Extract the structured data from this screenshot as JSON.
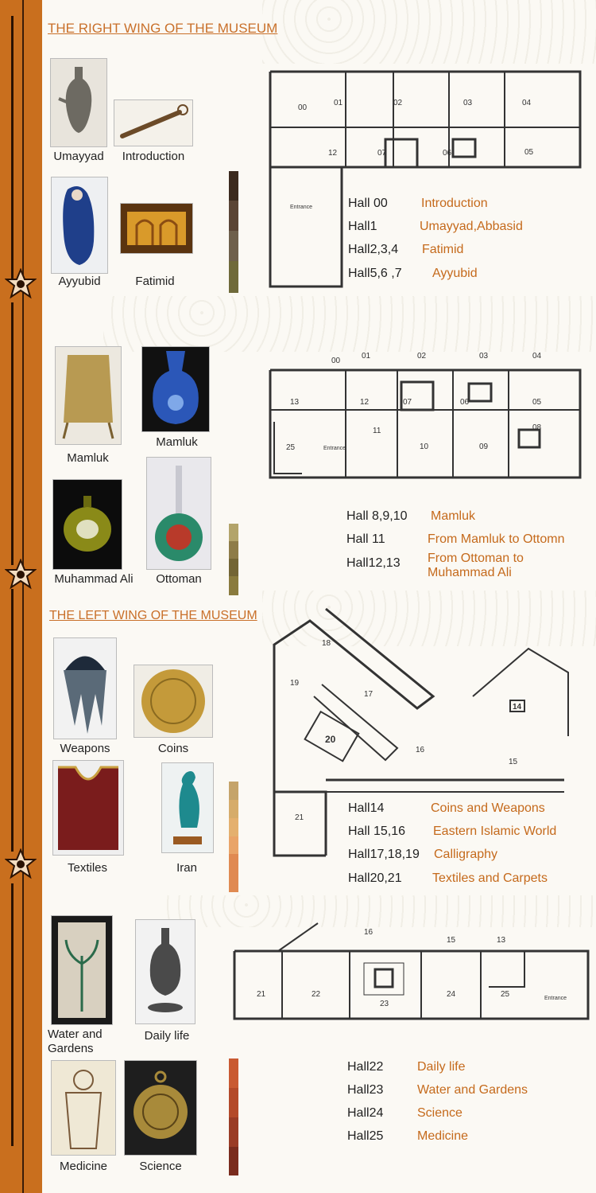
{
  "colors": {
    "sidebar": "#c96f1e",
    "accent": "#c56a1c",
    "background": "#fbf9f4"
  },
  "right_wing": {
    "title": "THE RIGHT WING OF THE MUSEUM",
    "items": [
      "Umayyad",
      "Introduction",
      "Ayyubid",
      "Fatimid"
    ],
    "plan_labels": [
      "00",
      "01",
      "02",
      "03",
      "04",
      "05",
      "06",
      "07",
      "12",
      "Entrance"
    ],
    "halls": [
      {
        "hall": "Hall 00",
        "name": "Introduction"
      },
      {
        "hall": "Hall1",
        "name": "Umayyad,Abbasid"
      },
      {
        "hall": "Hall2,3,4",
        "name": "Fatimid"
      },
      {
        "hall": "Hall5,6 ,7",
        "name": "Ayyubid"
      }
    ]
  },
  "middle": {
    "items": [
      "Mamluk",
      "Mamluk",
      "Muhammad Ali",
      "Ottoman"
    ],
    "plan_labels": [
      "00",
      "01",
      "02",
      "03",
      "04",
      "05",
      "06",
      "07",
      "08",
      "09",
      "10",
      "11",
      "12",
      "13",
      "25",
      "Entrance"
    ],
    "halls": [
      {
        "hall": "Hall 8,9,10",
        "name": "Mamluk"
      },
      {
        "hall": "Hall 11",
        "name": "From Mamluk to Ottomn"
      },
      {
        "hall": "Hall12,13",
        "name": "From Ottoman to\nMuhammad Ali"
      }
    ]
  },
  "left_wing": {
    "title": "THE LEFT WING OF THE MUSEUM",
    "items": [
      "Weapons",
      "Coins",
      "Textiles",
      "Iran"
    ],
    "plan_labels": [
      "14",
      "15",
      "16",
      "17",
      "18",
      "19",
      "20",
      "21"
    ],
    "halls": [
      {
        "hall": "Hall14",
        "name": "Coins and Weapons"
      },
      {
        "hall": "Hall 15,16",
        "name": "Eastern Islamic World"
      },
      {
        "hall": "Hall17,18,19",
        "name": "Calligraphy"
      },
      {
        "hall": "Hall20,21",
        "name": "Textiles and Carpets"
      }
    ]
  },
  "bottom": {
    "items": [
      "Water and\nGardens",
      "Daily life",
      "Medicine",
      "Science"
    ],
    "plan_labels": [
      "16",
      "15",
      "13",
      "21",
      "22",
      "23",
      "24",
      "25",
      "Entrance"
    ],
    "halls": [
      {
        "hall": "Hall22",
        "name": "Daily life"
      },
      {
        "hall": "Hall23",
        "name": "Water and Gardens"
      },
      {
        "hall": "Hall24",
        "name": "Science"
      },
      {
        "hall": "Hall25",
        "name": "Medicine"
      }
    ]
  }
}
